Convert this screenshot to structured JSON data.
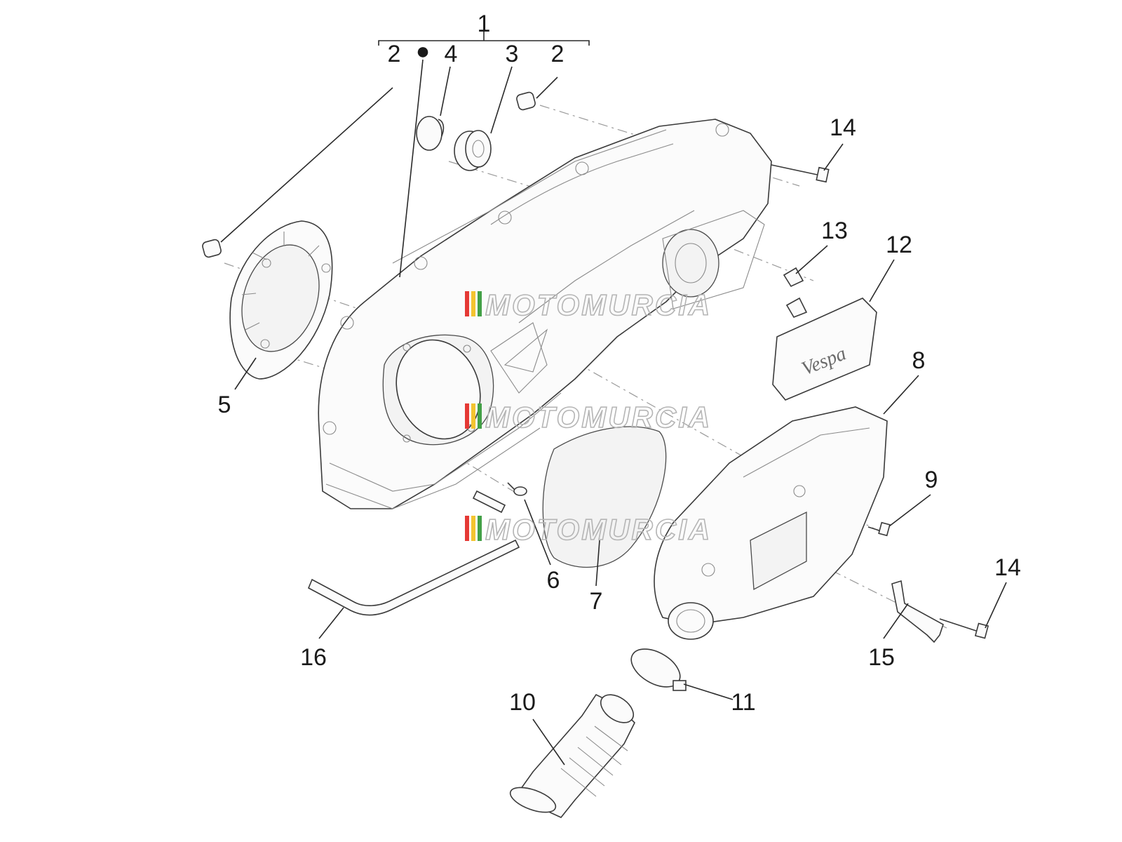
{
  "callouts": {
    "c1": "1",
    "c2a": "2",
    "c2b": "2",
    "dot": "●",
    "c3": "3",
    "c4": "4",
    "c5": "5",
    "c6": "6",
    "c7": "7",
    "c8": "8",
    "c9": "9",
    "c10": "10",
    "c11": "11",
    "c12": "12",
    "c13": "13",
    "c14a": "14",
    "c14b": "14",
    "c15": "15",
    "c16": "16"
  },
  "watermark": {
    "text": "MOTOMURCIA",
    "stripe_colors": [
      "#e53935",
      "#f4c430",
      "#43a047"
    ]
  },
  "badge": {
    "brand": "Vespa"
  }
}
